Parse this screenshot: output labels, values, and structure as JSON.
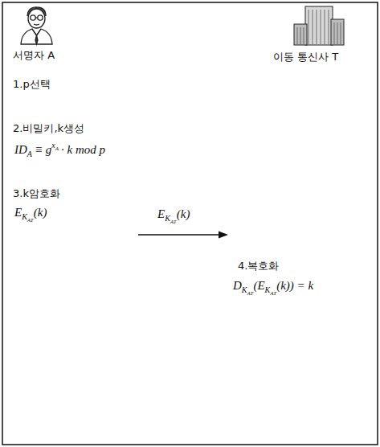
{
  "diagram": {
    "labels": [
      "서명자 A",
      "이동 통신사 T",
      "1.p선택",
      "2.비밀키,k생성",
      "ID",
      "A",
      "≡ g",
      "x",
      "A",
      "· k mod p",
      "3.k암호화",
      "E",
      "K",
      "AT",
      "(k)",
      "E",
      "K",
      "AT",
      "(k)",
      "4.복호화",
      "D",
      "K",
      "AT",
      "(E",
      "K",
      "AT",
      "(k)) = k"
    ]
  }
}
